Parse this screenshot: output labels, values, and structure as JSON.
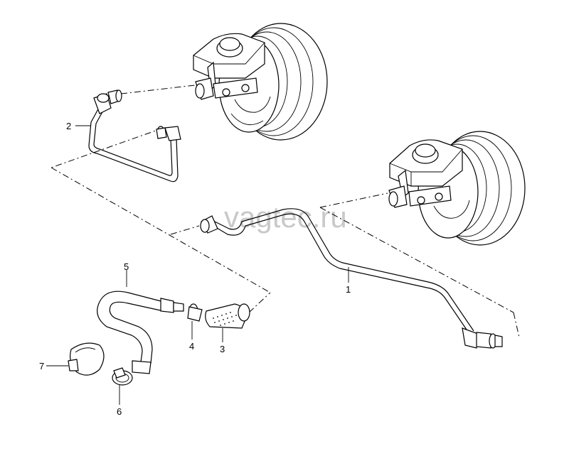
{
  "watermark": "vagtec.ru",
  "callouts": [
    {
      "id": "1",
      "text": "1"
    },
    {
      "id": "2",
      "text": "2"
    },
    {
      "id": "3",
      "text": "3"
    },
    {
      "id": "4",
      "text": "4"
    },
    {
      "id": "5",
      "text": "5"
    },
    {
      "id": "6",
      "text": "6"
    },
    {
      "id": "7",
      "text": "7"
    }
  ]
}
